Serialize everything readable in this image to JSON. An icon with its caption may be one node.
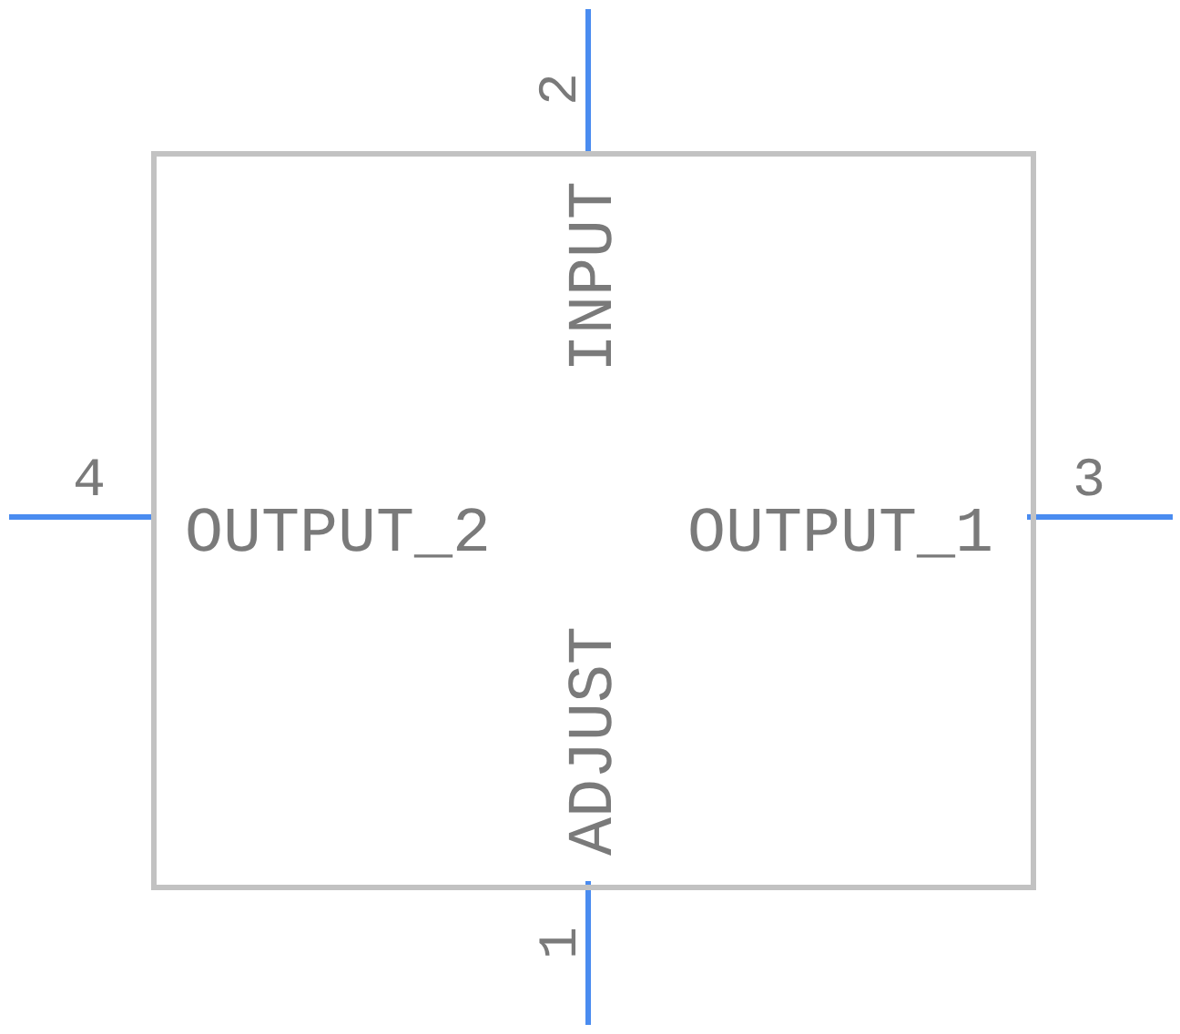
{
  "diagram": {
    "nodes": [
      {
        "text": [
          "INPUT",
          "OUTPUT_2",
          "OUTPUT_1",
          "ADJUST"
        ]
      }
    ],
    "labels": [
      "2",
      "4",
      "3",
      "1"
    ]
  }
}
